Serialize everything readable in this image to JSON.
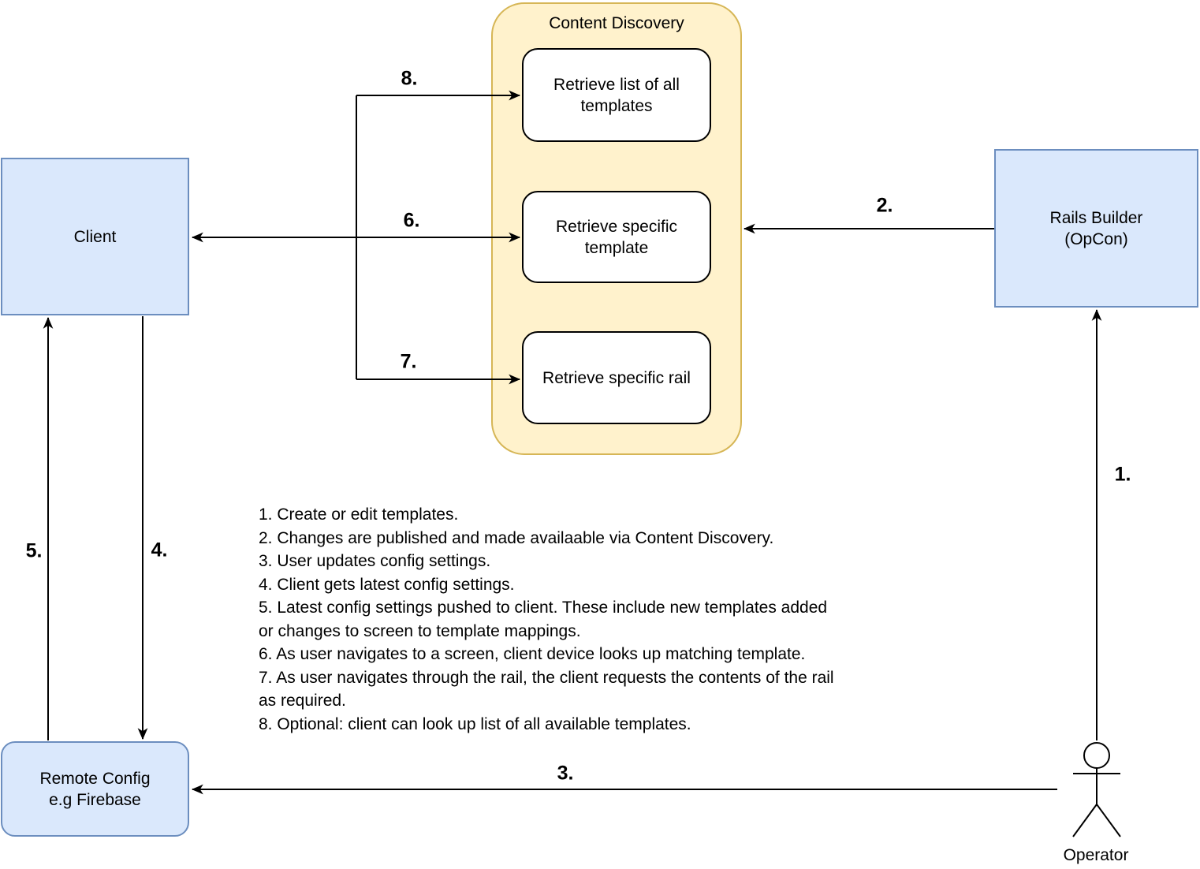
{
  "diagram": {
    "content_discovery": {
      "title": "Content Discovery",
      "boxes": {
        "list_templates": "Retrieve list of all\ntemplates",
        "specific_template": "Retrieve specific\ntemplate",
        "specific_rail": "Retrieve specific rail"
      }
    },
    "nodes": {
      "client": "Client",
      "rails_builder": "Rails Builder\n(OpCon)",
      "remote_config": "Remote Config\ne.g Firebase",
      "operator": "Operator"
    },
    "arrow_labels": {
      "s1": "1.",
      "s2": "2.",
      "s3": "3.",
      "s4": "4.",
      "s5": "5.",
      "s6": "6.",
      "s7": "7.",
      "s8": "8."
    },
    "notes": [
      "1. Create or edit templates.",
      "2. Changes are published and made availaable via Content Discovery.",
      "3. User updates config settings.",
      "4. Client gets latest config settings.",
      "5. Latest config settings pushed to client. These include new templates added\nor changes to screen to template mappings.",
      "6. As user navigates to a screen, client device looks up matching template.",
      "7. As user navigates through the rail, the client requests the contents of the rail\nas required.",
      "8. Optional: client can look up list of all available templates."
    ],
    "colors": {
      "node_fill": "#dae8fc",
      "node_border": "#6c8ebf",
      "container_fill": "#fff2cc",
      "container_border": "#d6b656",
      "box_fill": "#ffffff",
      "box_border": "#000000",
      "line_color": "#000000"
    }
  }
}
